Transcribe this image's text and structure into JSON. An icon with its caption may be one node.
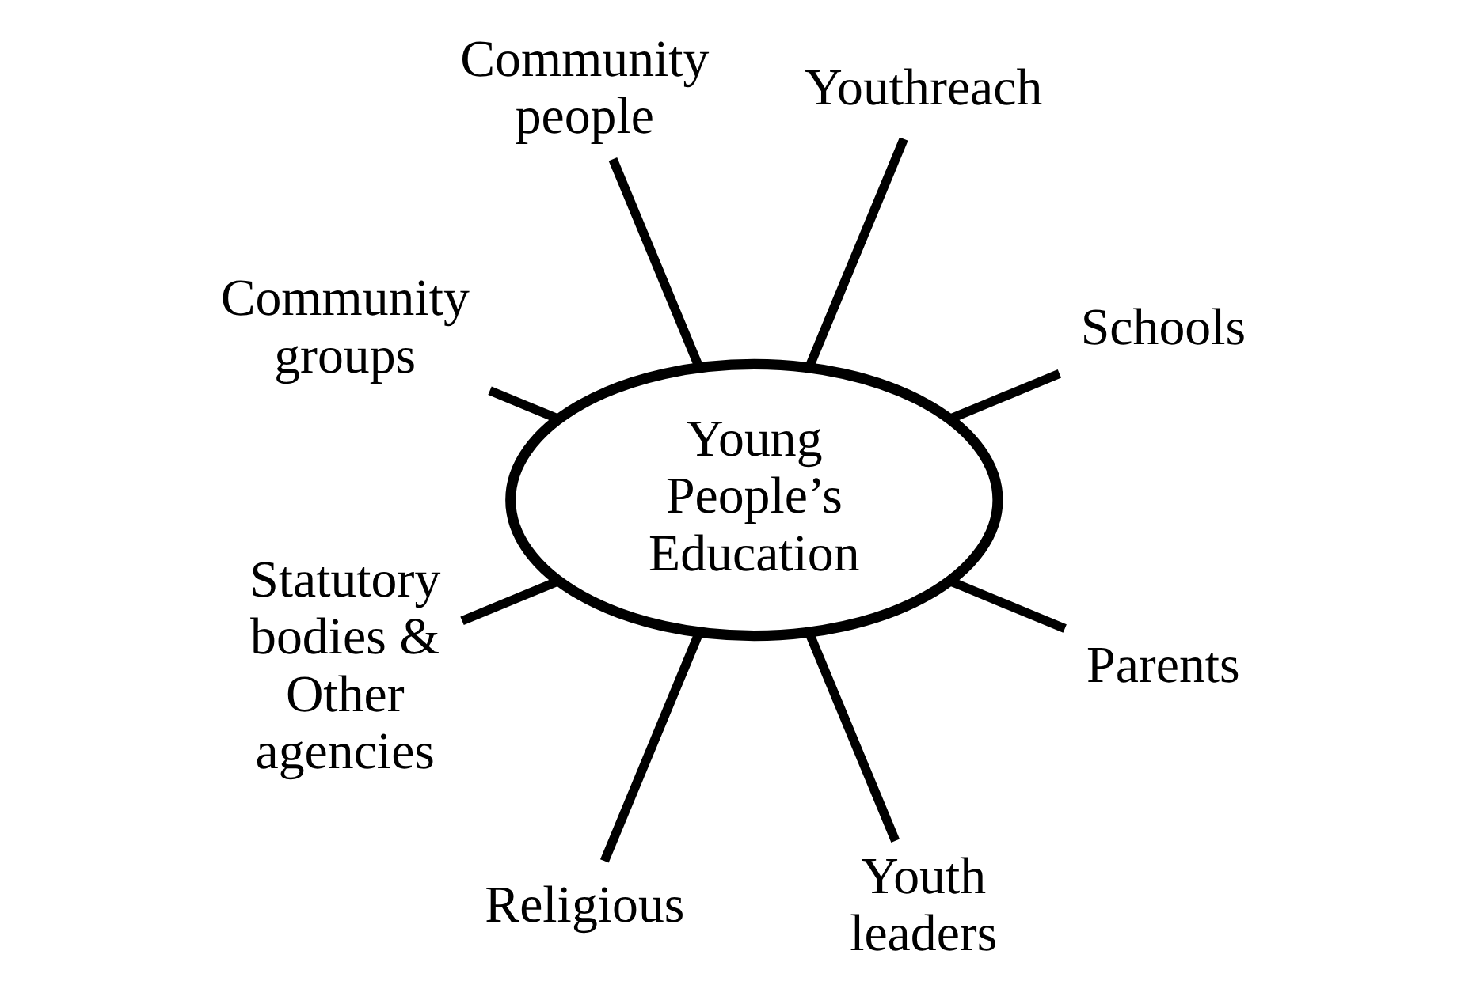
{
  "diagram": {
    "nodes": [
      {
        "text": [
          "Young People’s Education"
        ]
      },
      {
        "text": [
          "Schools"
        ]
      },
      {
        "text": [
          "Youthreach"
        ]
      },
      {
        "text": [
          "Community people"
        ]
      },
      {
        "text": [
          "Community groups"
        ]
      },
      {
        "text": [
          "Statutory bodies & Other agencies"
        ]
      },
      {
        "text": [
          "Religious"
        ]
      },
      {
        "text": [
          "Youth leaders"
        ]
      },
      {
        "text": [
          "Parents"
        ]
      }
    ],
    "edges": [
      {
        "from": 0,
        "to": 1,
        "arrow": "none"
      },
      {
        "from": 0,
        "to": 2,
        "arrow": "none"
      },
      {
        "from": 0,
        "to": 3,
        "arrow": "none"
      },
      {
        "from": 0,
        "to": 4,
        "arrow": "none"
      },
      {
        "from": 0,
        "to": 5,
        "arrow": "none"
      },
      {
        "from": 0,
        "to": 6,
        "arrow": "none"
      },
      {
        "from": 0,
        "to": 7,
        "arrow": "none"
      },
      {
        "from": 0,
        "to": 8,
        "arrow": "none"
      }
    ]
  }
}
